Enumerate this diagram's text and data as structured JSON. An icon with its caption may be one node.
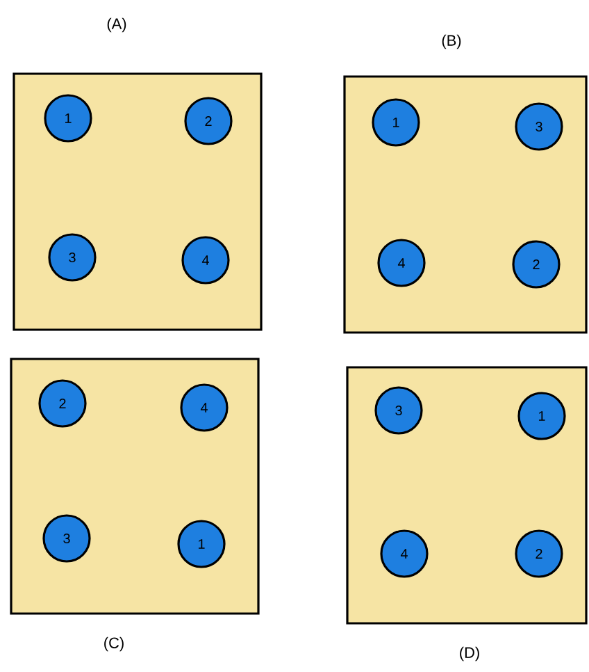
{
  "diagram": {
    "nodes": [
      {
        "text": [],
        "shape": "box",
        "beside": [
          "(A)"
        ]
      },
      {
        "text": [
          "1"
        ],
        "in": 0
      },
      {
        "text": [
          "2"
        ],
        "in": 0
      },
      {
        "text": [
          "3"
        ],
        "in": 0
      },
      {
        "text": [
          "4"
        ],
        "in": 0
      },
      {
        "text": [],
        "shape": "box",
        "beside": [
          "(B)"
        ]
      },
      {
        "text": [
          "1"
        ],
        "in": 5
      },
      {
        "text": [
          "3"
        ],
        "in": 5
      },
      {
        "text": [
          "4"
        ],
        "in": 5
      },
      {
        "text": [
          "2"
        ],
        "in": 5
      },
      {
        "text": [],
        "shape": "box",
        "beside": [
          "(C)"
        ]
      },
      {
        "text": [
          "2"
        ],
        "in": 10
      },
      {
        "text": [
          "4"
        ],
        "in": 10
      },
      {
        "text": [
          "3"
        ],
        "in": 10
      },
      {
        "text": [
          "1"
        ],
        "in": 10
      },
      {
        "text": [],
        "shape": "box",
        "beside": [
          "(D)"
        ]
      },
      {
        "text": [
          "3"
        ],
        "in": 15
      },
      {
        "text": [
          "1"
        ],
        "in": 15
      },
      {
        "text": [
          "4"
        ],
        "in": 15
      },
      {
        "text": [
          "2"
        ],
        "in": 15
      }
    ]
  }
}
